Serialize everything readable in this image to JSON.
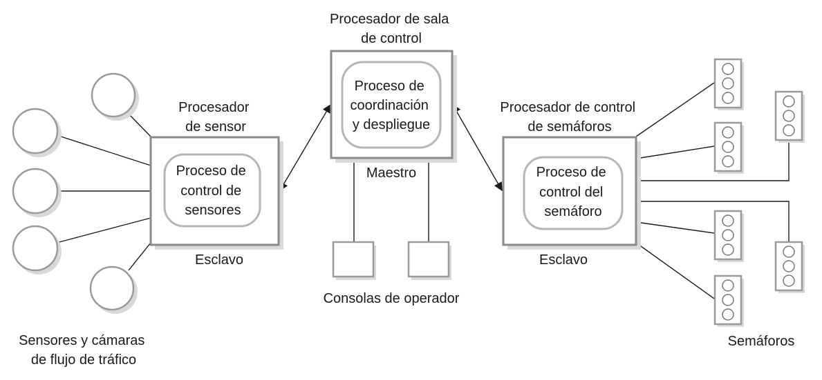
{
  "diagram": {
    "control_room_title": [
      "Procesador de sala",
      "de control"
    ],
    "coordination_process": [
      "Proceso de",
      "coordinación",
      "y despliegue"
    ],
    "master_label": "Maestro",
    "sensor_processor_title": [
      "Procesador",
      "de sensor"
    ],
    "sensor_control_process": [
      "Proceso de",
      "control de",
      "sensores"
    ],
    "sensor_slave_label": "Esclavo",
    "light_processor_title": [
      "Procesador de control",
      "de semáforos"
    ],
    "light_control_process": [
      "Proceso de",
      "control del",
      "semáforo"
    ],
    "light_slave_label": "Esclavo",
    "operator_consoles_label": "Consolas de operador",
    "sensors_label": [
      "Sensores y cámaras",
      "de flujo de tráfico"
    ],
    "traffic_lights_label": "Semáforos",
    "colors": {
      "text": "#1a1a1a",
      "box_border": "#8a8a8a",
      "shadow": "#d9d9d9",
      "lines": "#1a1a1a"
    }
  }
}
